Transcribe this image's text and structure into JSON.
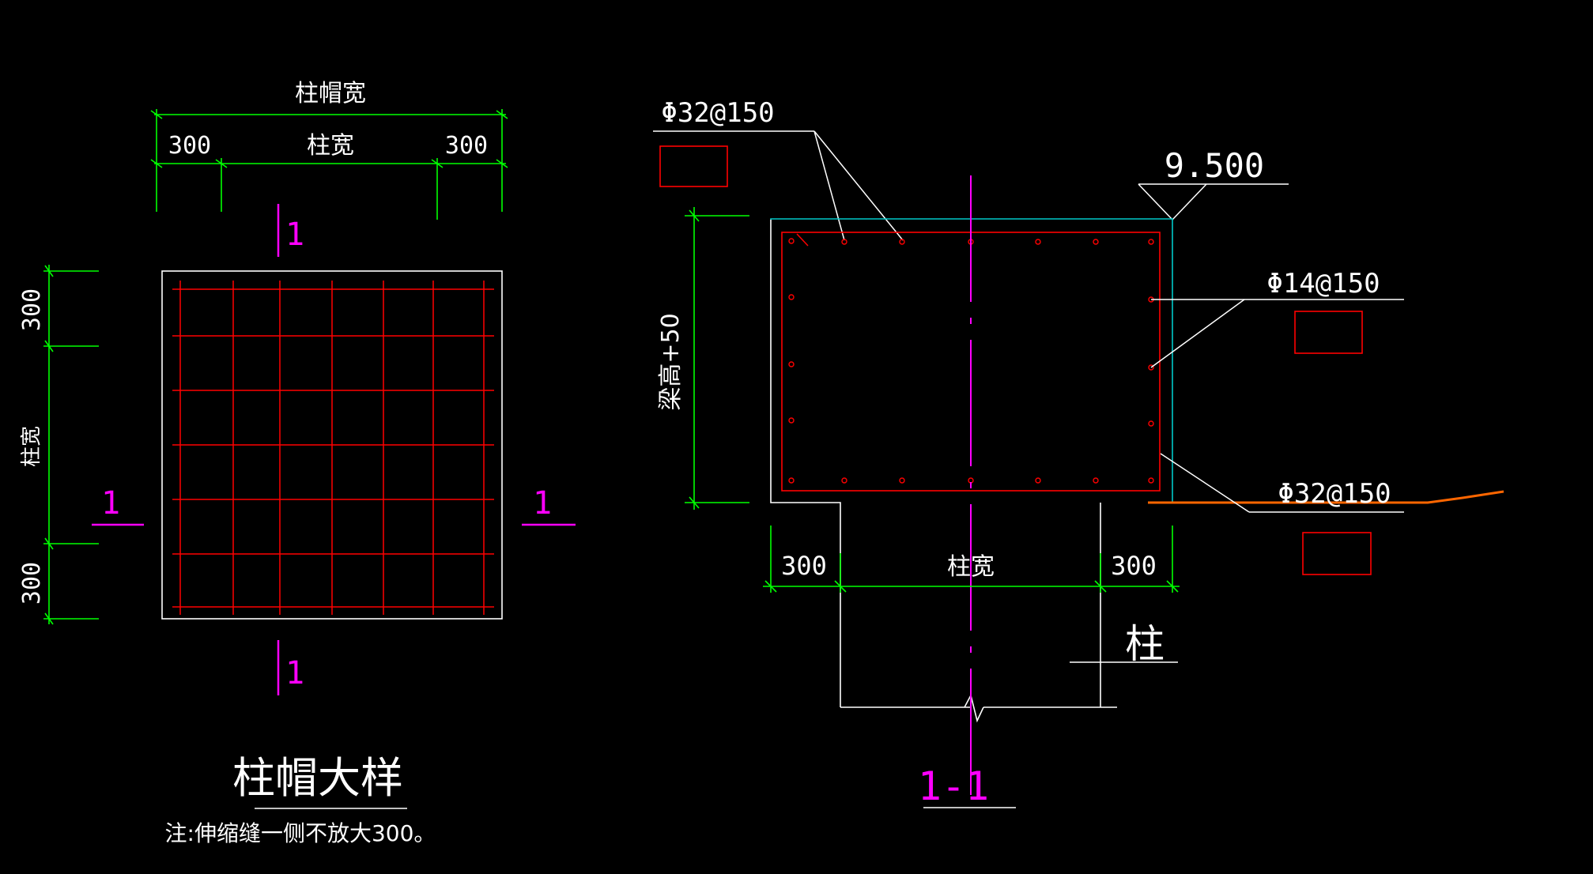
{
  "plan": {
    "cap_width_label": "柱帽宽",
    "column_width_label": "柱宽",
    "offset_left": "300",
    "offset_right": "300",
    "section_marks": [
      "1",
      "1",
      "1",
      "1"
    ],
    "side_offset_top": "300",
    "side_offset_bottom": "300",
    "side_width_label": "柱宽",
    "title": "柱帽大样",
    "note": "注:伸缩缝一侧不放大300。"
  },
  "section": {
    "rebar_top": "Φ32@150",
    "rebar_side": "Φ14@150",
    "rebar_bottom": "Φ32@150",
    "elevation": "9.500",
    "height_label": "梁高+50",
    "offset_left": "300",
    "column_width_label": "柱宽",
    "offset_right": "300",
    "column_label": "柱",
    "title": "1-1"
  },
  "colors": {
    "background": "#000000",
    "dimension": "#00ff00",
    "outline": "#ffffff",
    "rebar": "#ff0000",
    "axis": "#ff00ff",
    "cap_edge": "#00c8c8",
    "slab": "#ff6600",
    "leader": "#ffffff"
  }
}
